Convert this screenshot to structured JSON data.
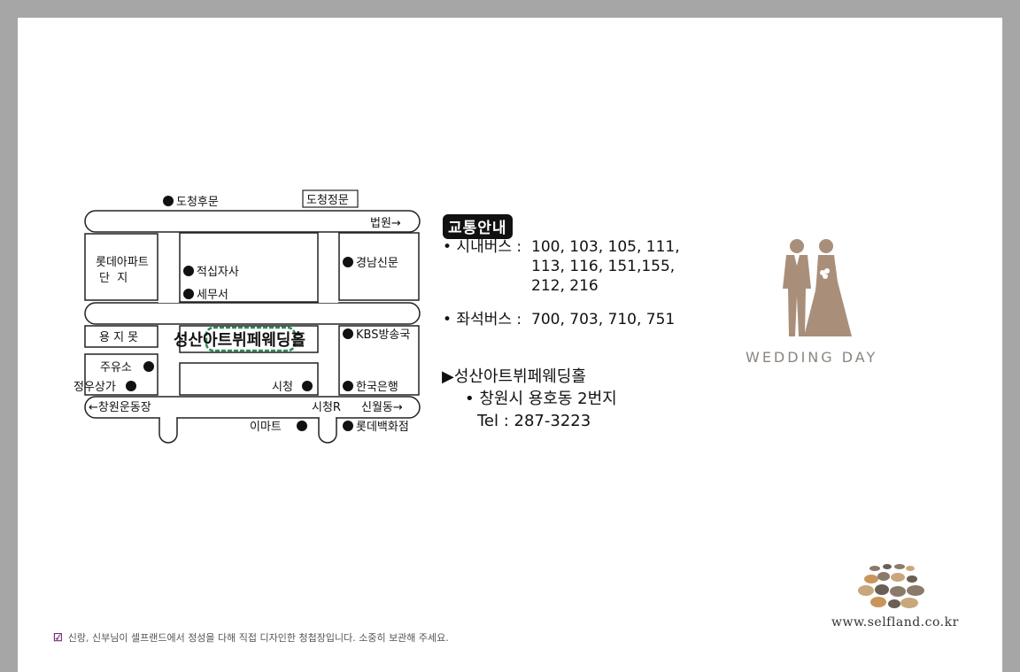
{
  "map": {
    "labels": {
      "docheong_back": "도청후문",
      "docheong_front": "도청정문",
      "court": "법원→",
      "lotte_apt_1": "롯데아파트",
      "lotte_apt_2": "단  지",
      "red_cross": "적십자사",
      "tax_office": "세무서",
      "gyeongnam_news": "경남신문",
      "yongjimot": "용 지 못",
      "venue": "성산아트뷔페웨딩홀",
      "kbs": "KBS방송국",
      "gas_station": "주유소",
      "jeongu_mall": "정우상가",
      "city_hall": "시청",
      "bank": "한국은행",
      "stadium": "←창원운동장",
      "city_hall_r": "시청R",
      "sinwol": "신월동→",
      "emart": "이마트",
      "lotte_dept": "롯데백화점"
    }
  },
  "traffic": {
    "title": "교통안내",
    "city_bus_label": "• 시내버스 :",
    "city_bus_lines": [
      "100, 103, 105, 111,",
      "113, 116, 151,155,",
      "212, 216"
    ],
    "seat_bus_label": "• 좌석버스 :",
    "seat_bus_lines": [
      "700, 703, 710, 751"
    ]
  },
  "venue": {
    "name": "▶성산아트뷔페웨딩홀",
    "address": "• 창원시 용호동 2번지",
    "tel": "Tel : 287-3223"
  },
  "wedding": {
    "caption": "WEDDING DAY"
  },
  "logo": {
    "url": "www.selfland.co.kr"
  },
  "footer": {
    "check": "☑",
    "text": "신랑, 신부님이 셀프랜드에서 정성을 다해 직접 디자인한 청첩장입니다. 소중히 보관해 주세요."
  },
  "colors": {
    "figure": "#a98f7a",
    "venue_outline": "#2e8b57",
    "background": "#a6a6a6"
  }
}
